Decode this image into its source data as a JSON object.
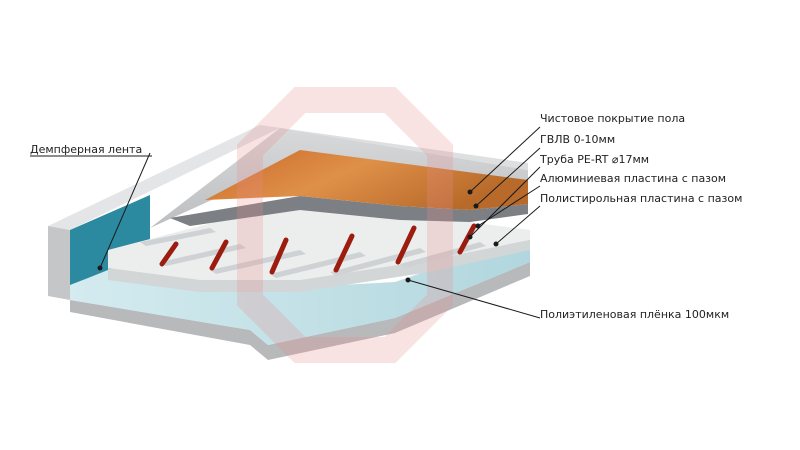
{
  "labels": {
    "damper_tape": "Демпферная лента",
    "finish_floor": "Чистовое покрытие пола",
    "gvlv": "ГВЛВ 0-10мм",
    "pipe": "Труба PE-RT  ⌀17мм",
    "aluminium_plate": "Алюминиевая пластина с пазом",
    "polystyrene_plate": "Полистирольная пластина с пазом",
    "pe_film": "Полиэтиленовая плёнка 100мкм"
  },
  "colors": {
    "concrete": "#cfd0d2",
    "concrete_dark": "#a9abad",
    "damper": "#2c8aa0",
    "wood": "#d9863e",
    "gvlv": "#7c7f83",
    "polystyrene": "#eceeee",
    "pipe": "#9c1d10",
    "film": "#bfe2e8",
    "watermark": "#f2c9c9"
  }
}
